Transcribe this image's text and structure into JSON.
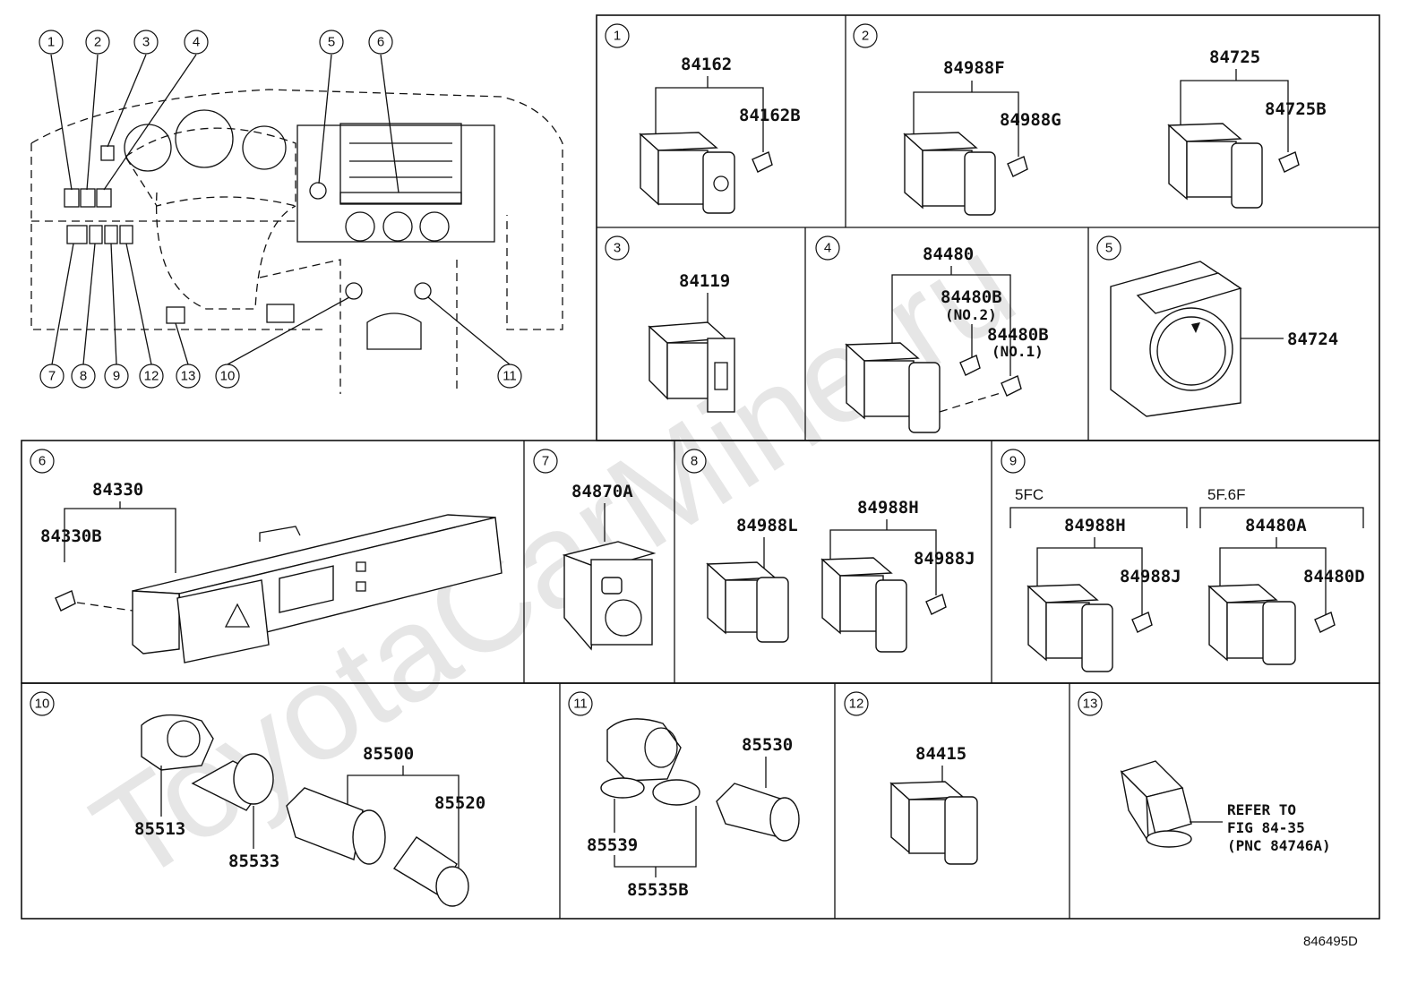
{
  "watermark": "ToyotaCarMine.ru",
  "diagram_code": "846495D",
  "overview": {
    "callouts": [
      "1",
      "2",
      "3",
      "4",
      "5",
      "6",
      "7",
      "8",
      "9",
      "12",
      "13",
      "10",
      "11"
    ]
  },
  "panels": [
    {
      "num": "1",
      "labels": [
        "84162",
        "84162B"
      ]
    },
    {
      "num": "2",
      "labels": [
        "84988F",
        "84988G",
        "84725",
        "84725B"
      ]
    },
    {
      "num": "3",
      "labels": [
        "84119"
      ]
    },
    {
      "num": "4",
      "labels": [
        "84480",
        "84480B",
        "(NO.2)",
        "84480B",
        "(NO.1)"
      ]
    },
    {
      "num": "5",
      "labels": [
        "84724"
      ]
    },
    {
      "num": "6",
      "labels": [
        "84330",
        "84330B"
      ]
    },
    {
      "num": "7",
      "labels": [
        "84870A"
      ]
    },
    {
      "num": "8",
      "labels": [
        "84988L",
        "84988H",
        "84988J"
      ]
    },
    {
      "num": "9",
      "variants": [
        "5FC",
        "5F.6F"
      ],
      "labels": [
        "84988H",
        "84988J",
        "84480A",
        "84480D"
      ]
    },
    {
      "num": "10",
      "labels": [
        "85513",
        "85533",
        "85500",
        "85520"
      ]
    },
    {
      "num": "11",
      "labels": [
        "85530",
        "85539",
        "85535B"
      ]
    },
    {
      "num": "12",
      "labels": [
        "84415"
      ]
    },
    {
      "num": "13",
      "labels": [
        "REFER TO",
        "FIG 84-35",
        "(PNC 84746A)"
      ]
    }
  ]
}
